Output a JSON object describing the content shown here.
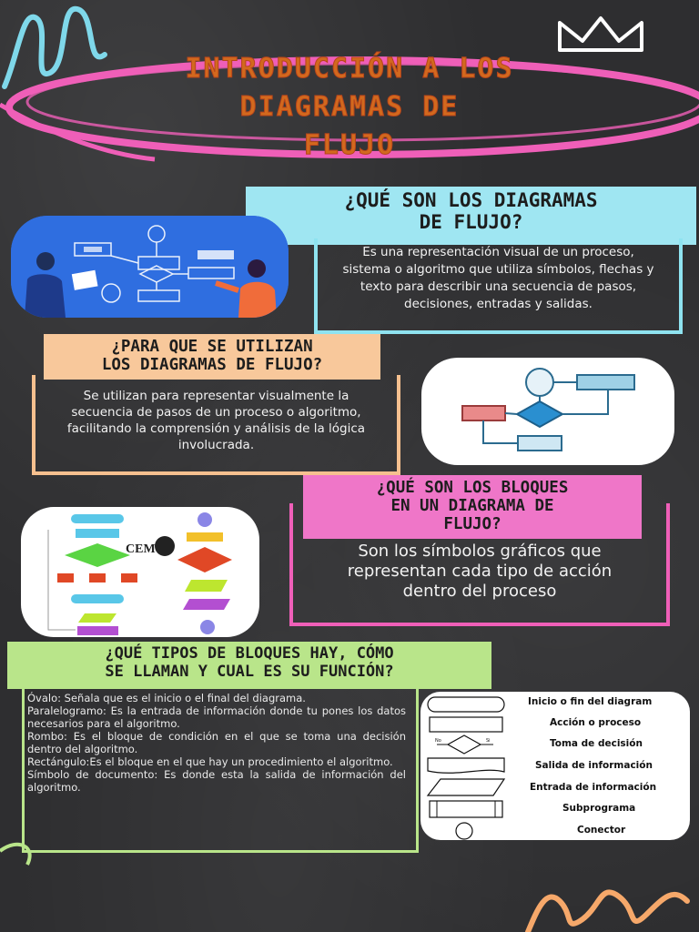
{
  "title": {
    "line1": "INTRODUCCIÓN A LOS",
    "line2": "DIAGRAMAS DE",
    "line3": "FLUJO"
  },
  "sections": [
    {
      "heading_line1": "¿QUÉ SON LOS DIAGRAMAS",
      "heading_line2": "DE FLUJO?",
      "body": "Es una representación visual de un proceso, sistema o algoritmo que utiliza símbolos, flechas y texto para describir una secuencia de pasos, decisiones, entradas y salidas."
    },
    {
      "heading_line1": "¿PARA QUE SE UTILIZAN",
      "heading_line2": "LOS DIAGRAMAS DE FLUJO?",
      "body": "Se utilizan para representar visualmente la secuencia de pasos de un proceso o algoritmo, facilitando la comprensión y análisis de la lógica involucrada."
    },
    {
      "heading_line1": "¿QUÉ SON LOS BLOQUES",
      "heading_line2": "EN UN DIAGRAMA DE",
      "heading_line3": "FLUJO?",
      "body": "Son los símbolos gráficos que representan cada tipo de acción dentro del proceso"
    },
    {
      "heading_line1": "¿QUÉ TIPOS DE BLOQUES HAY, CÓMO",
      "heading_line2": "SE LLAMAN Y CUAL ES SU FUNCIÓN?",
      "items": [
        "Óvalo: Señala que es el inicio o el final del diagrama.",
        "Paralelogramo: Es la entrada de información donde tu pones los datos necesarios para el algoritmo.",
        "Rombo: Es el bloque de condición en el que se toma una decisión dentro del algoritmo.",
        "Rectángulo:Es el bloque en el que hay un procedimiento el algoritmo.",
        "Símbolo de documento: Es donde esta la salida de información del algoritmo."
      ]
    }
  ],
  "figure_cem_label": "CEM",
  "legend": {
    "items": [
      "Inicio o fin del diagram",
      "Acción o proceso",
      "Toma de decisión",
      "Salida de información",
      "Entrada de información",
      "Subprograma",
      "Conector"
    ],
    "decision_no": "No",
    "decision_si": "Si"
  },
  "colors": {
    "title": "#d2691e",
    "pink": "#ef5fb8",
    "blue": "#8fe3f0",
    "orange": "#f6c08f",
    "green": "#b9e58a"
  }
}
